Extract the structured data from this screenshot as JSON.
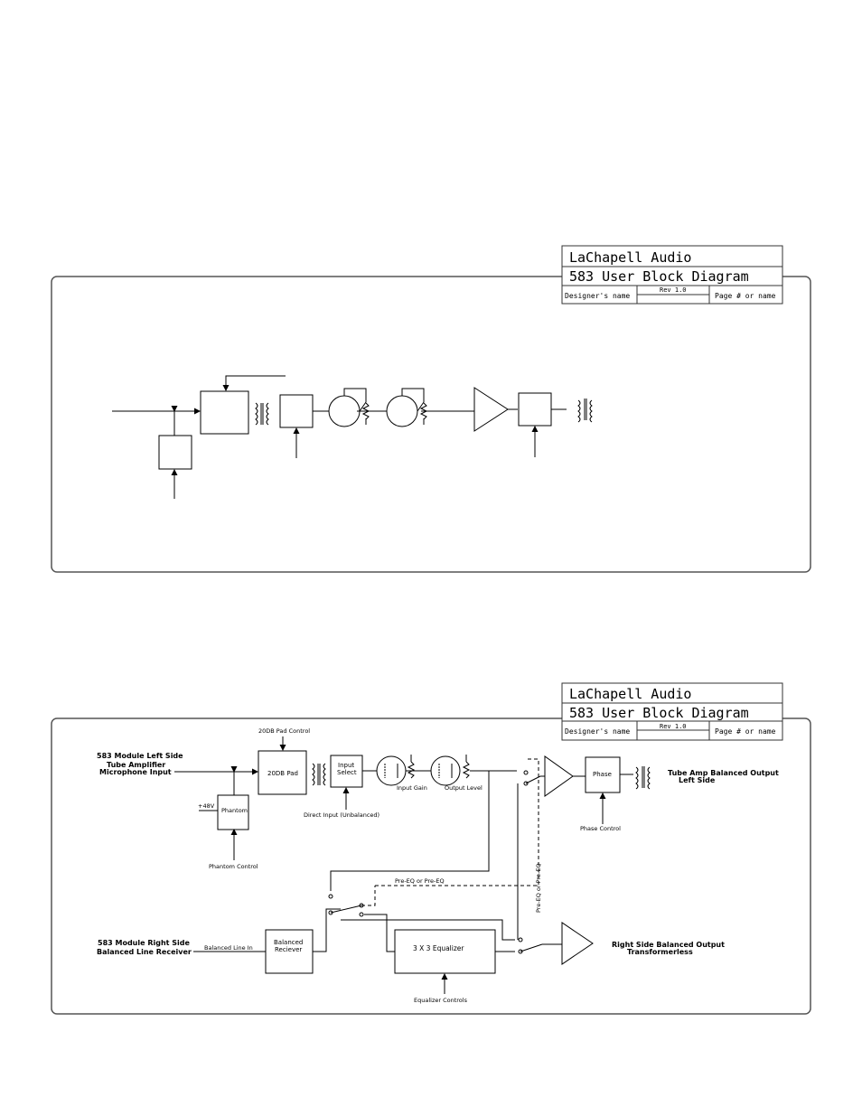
{
  "title_block_top": {
    "company": "LaChapell Audio",
    "title": "583 User Block Diagram",
    "designer": "Designer's name",
    "rev": "Rev 1.0",
    "page": "Page # or name"
  },
  "title_block_bottom": {
    "company": "LaChapell Audio",
    "title": "583 User Block Diagram",
    "designer": "Designer's name",
    "rev": "Rev 1.0",
    "page": "Page # or name"
  },
  "blocks": {
    "pad": "20DB Pad",
    "input_select_1": "Input",
    "input_select_2": "Select",
    "phantom": "Phantom",
    "phase": "Phase",
    "balanced_receiver_1": "Balanced",
    "balanced_receiver_2": "Reciever",
    "equalizer": "3 X 3 Equalizer"
  },
  "labels": {
    "pad_control": "20DB Pad Control",
    "left_in_1": "583 Module Left Side",
    "left_in_2": "Tube Amplifier",
    "left_in_3": "Microphone Input",
    "plus48": "+48V",
    "phantom_control": "Phantom Control",
    "direct_input": "Direct Input (Unbalanced)",
    "input_gain": "Input Gain",
    "output_level": "Output Level",
    "out_left_1": "Tube Amp Balanced Output",
    "out_left_2": "Left Side",
    "phase_control": "Phase Control",
    "pre_post_eq_h": "Pre-EQ  or Pre-EQ",
    "pre_post_eq_v": "Pre-EQ  or  Pre-EQ",
    "right_in_1": "583 Module Right Side",
    "right_in_2": "Balanced Line Receiver",
    "balanced_line_in": "Balanced Line In",
    "eq_controls": "Equalizer Controls",
    "out_right_1": "Right Side Balanced Output",
    "out_right_2": "Transformerless"
  }
}
